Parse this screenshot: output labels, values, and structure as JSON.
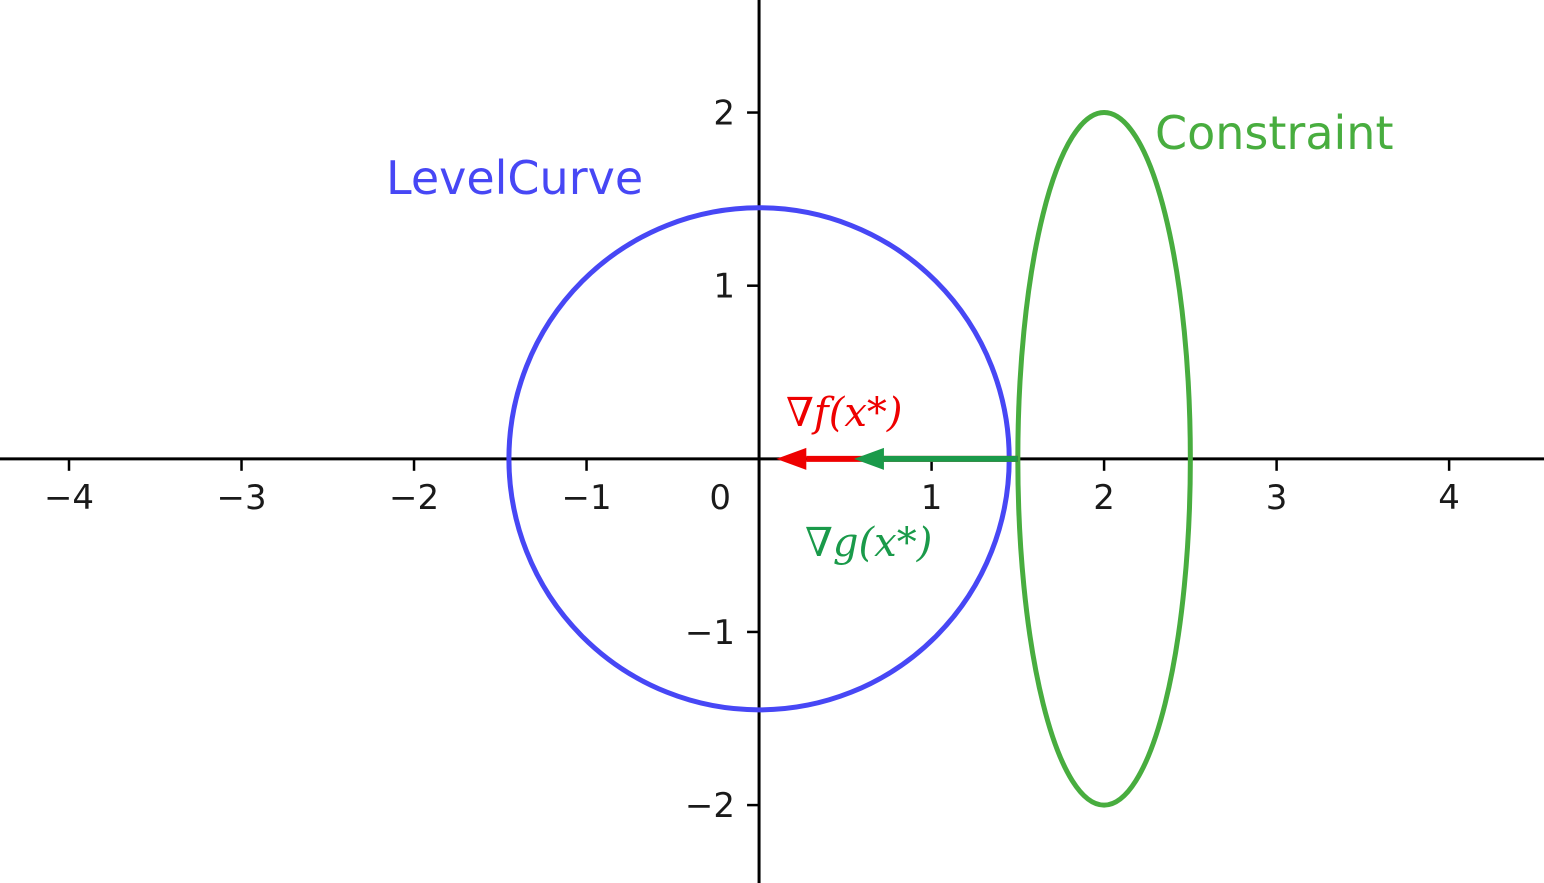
{
  "chart_data": {
    "type": "diagram",
    "xlim": [
      -4.4,
      4.55
    ],
    "ylim": [
      -2.45,
      2.65
    ],
    "x_ticks": [
      {
        "value": -4,
        "label": "−4"
      },
      {
        "value": -3,
        "label": "−3"
      },
      {
        "value": -2,
        "label": "−2"
      },
      {
        "value": -1,
        "label": "−1"
      },
      {
        "value": 1,
        "label": "1"
      },
      {
        "value": 2,
        "label": "2"
      },
      {
        "value": 3,
        "label": "3"
      },
      {
        "value": 4,
        "label": "4"
      }
    ],
    "y_ticks": [
      {
        "value": 2,
        "label": "2"
      },
      {
        "value": 1,
        "label": "1"
      },
      {
        "value": -1,
        "label": "−1"
      },
      {
        "value": -2,
        "label": "−2"
      }
    ],
    "origin_label": "0",
    "curves": [
      {
        "name": "LevelCurve",
        "shape": "circle",
        "center": [
          0,
          0
        ],
        "radius": 1.45,
        "color": "#4747f5"
      },
      {
        "name": "Constraint",
        "shape": "ellipse",
        "center": [
          2,
          0
        ],
        "rx": 0.5,
        "ry": 2.0,
        "color": "#48ad3f"
      }
    ],
    "vectors": [
      {
        "name": "∇f(x*)",
        "from": [
          1.5,
          0
        ],
        "to": [
          0.1,
          0
        ],
        "color": "#ee0000"
      },
      {
        "name": "∇g(x*)",
        "from": [
          1.5,
          0
        ],
        "to": [
          0.55,
          0
        ],
        "color": "#1a9a4a"
      }
    ]
  },
  "labels": {
    "level_curve": "LevelCurve",
    "constraint": "Constraint",
    "grad_f": "∇f(x*)",
    "grad_g": "∇g(x*)"
  }
}
